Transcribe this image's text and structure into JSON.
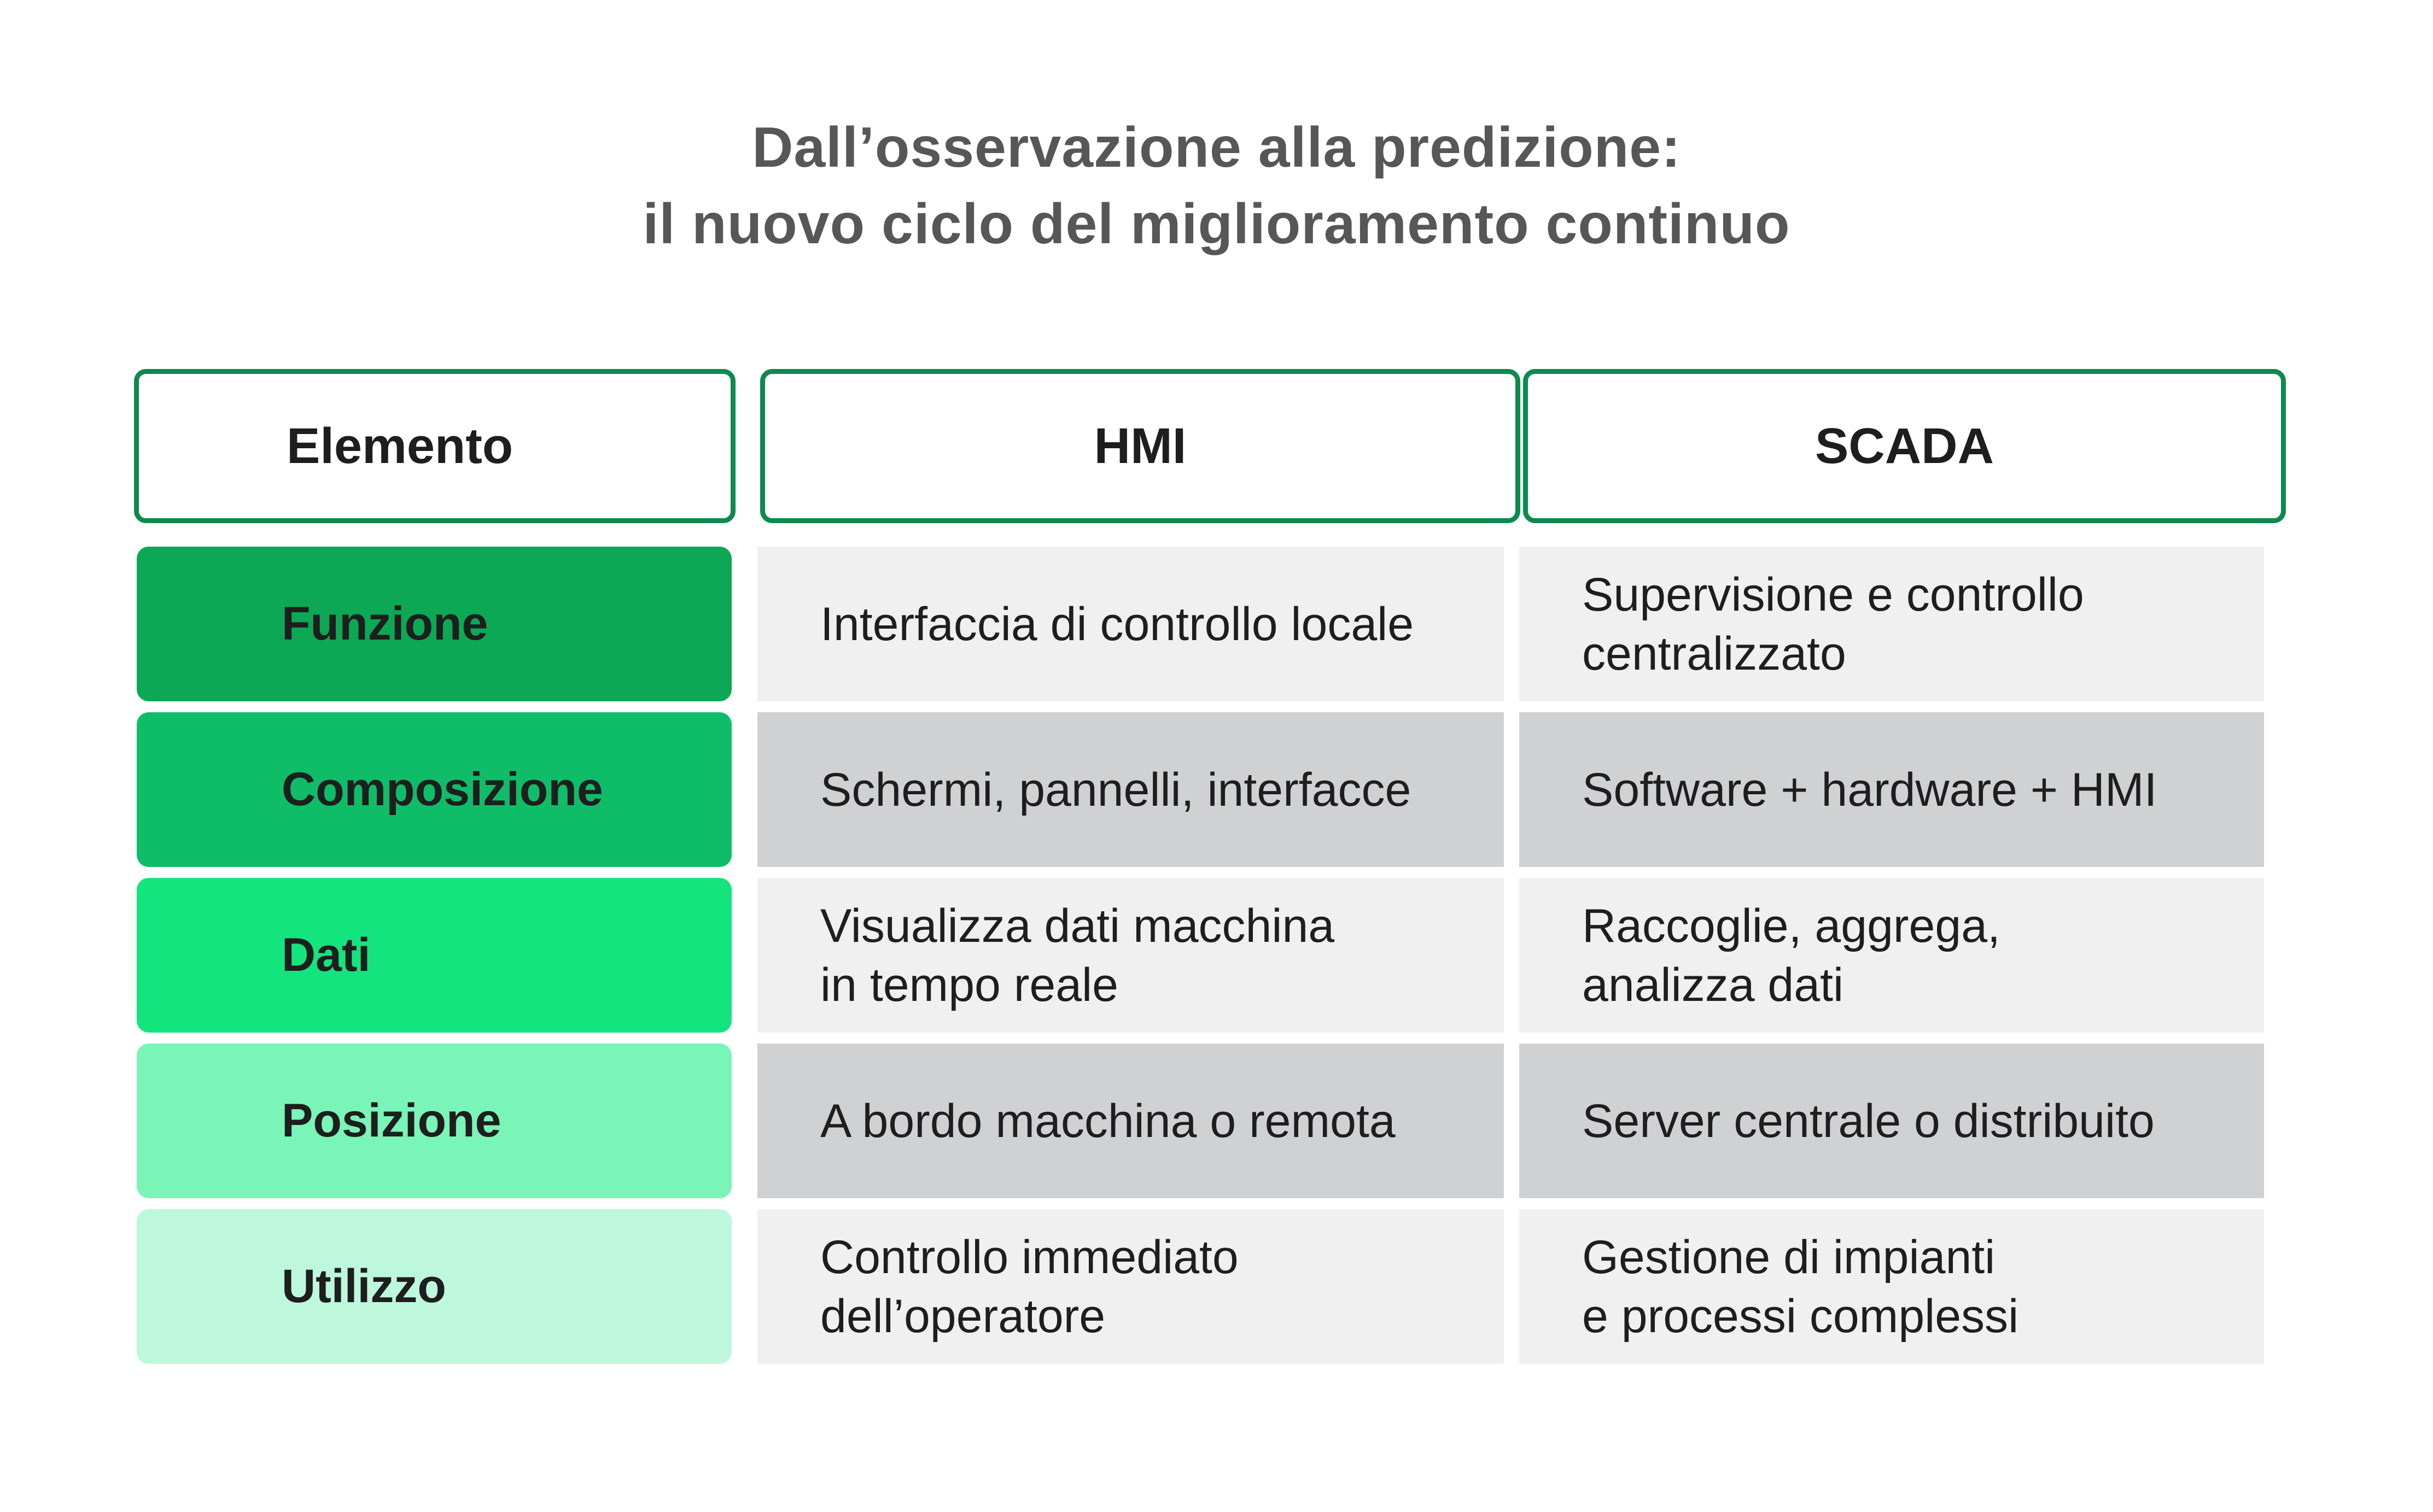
{
  "title": {
    "line1": "Dall’osservazione alla predizione:",
    "line2": "il nuovo ciclo del miglioramento continuo"
  },
  "colors": {
    "header_border": "#0d8a4e",
    "row_label_bg": [
      "#0ca855",
      "#0fbd69",
      "#14e47e",
      "#79f5b7",
      "#bdf8dd"
    ],
    "row_value_bg": [
      "#f0f0f0",
      "#d0d1d3",
      "#f0f0f0",
      "#d0d1d3",
      "#f0f0f0"
    ],
    "title_text": "#575757",
    "body_text": "#1e1e1e"
  },
  "table": {
    "headers": [
      "Elemento",
      "HMI",
      "SCADA"
    ],
    "rows": [
      {
        "label": "Funzione",
        "hmi": "Interfaccia di controllo locale",
        "scada": "Supervisione e controllo\ncentralizzato"
      },
      {
        "label": "Composizione",
        "hmi": "Schermi, pannelli, interfacce",
        "scada": "Software + hardware + HMI"
      },
      {
        "label": "Dati",
        "hmi": "Visualizza dati macchina\nin tempo reale",
        "scada": "Raccoglie, aggrega,\nanalizza dati"
      },
      {
        "label": "Posizione",
        "hmi": "A bordo macchina o remota",
        "scada": "Server centrale o distribuito"
      },
      {
        "label": "Utilizzo",
        "hmi": "Controllo immediato\ndell’operatore",
        "scada": "Gestione di impianti\ne processi complessi"
      }
    ]
  }
}
